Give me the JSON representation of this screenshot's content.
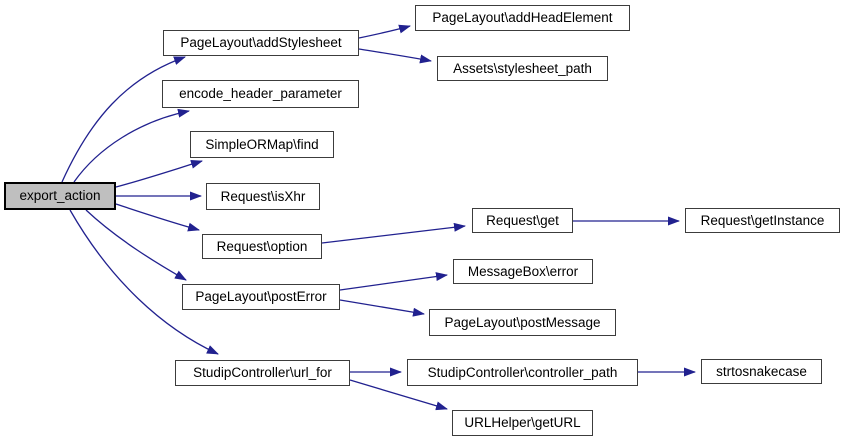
{
  "graph": {
    "kind": "doxygen-call-graph",
    "root_function": "export_action",
    "colors": {
      "edge": "#21218f",
      "node_fill": "#ffffff",
      "node_border": "#3c3c3c",
      "root_fill": "#bfbfbf",
      "root_border": "#000000",
      "text": "#000000",
      "background": "#ffffff"
    },
    "nodes": [
      {
        "id": "export_action",
        "label": "export_action",
        "highlighted": true
      },
      {
        "id": "pagelayout-addstylesheet",
        "label": "PageLayout\\addStylesheet"
      },
      {
        "id": "encode-header-parameter",
        "label": "encode_header_parameter"
      },
      {
        "id": "simpleormap-find",
        "label": "SimpleORMap\\find"
      },
      {
        "id": "request-isxhr",
        "label": "Request\\isXhr"
      },
      {
        "id": "request-option",
        "label": "Request\\option"
      },
      {
        "id": "pagelayout-posterror",
        "label": "PageLayout\\postError"
      },
      {
        "id": "studipcontroller-url-for",
        "label": "StudipController\\url_for"
      },
      {
        "id": "pagelayout-addheadelement",
        "label": "PageLayout\\addHeadElement"
      },
      {
        "id": "assets-stylesheet-path",
        "label": "Assets\\stylesheet_path"
      },
      {
        "id": "request-get",
        "label": "Request\\get"
      },
      {
        "id": "messagebox-error",
        "label": "MessageBox\\error"
      },
      {
        "id": "pagelayout-postmessage",
        "label": "PageLayout\\postMessage"
      },
      {
        "id": "studipcontroller-controller-path",
        "label": "StudipController\\controller_path"
      },
      {
        "id": "urlhelper-geturl",
        "label": "URLHelper\\getURL"
      },
      {
        "id": "request-getinstance",
        "label": "Request\\getInstance"
      },
      {
        "id": "strtosnakecase",
        "label": "strtosnakecase"
      }
    ],
    "edges": [
      {
        "from": "export_action",
        "to": "PageLayout\\addStylesheet"
      },
      {
        "from": "export_action",
        "to": "encode_header_parameter"
      },
      {
        "from": "export_action",
        "to": "SimpleORMap\\find"
      },
      {
        "from": "export_action",
        "to": "Request\\isXhr"
      },
      {
        "from": "export_action",
        "to": "Request\\option"
      },
      {
        "from": "export_action",
        "to": "PageLayout\\postError"
      },
      {
        "from": "export_action",
        "to": "StudipController\\url_for"
      },
      {
        "from": "PageLayout\\addStylesheet",
        "to": "PageLayout\\addHeadElement"
      },
      {
        "from": "PageLayout\\addStylesheet",
        "to": "Assets\\stylesheet_path"
      },
      {
        "from": "Request\\option",
        "to": "Request\\get"
      },
      {
        "from": "Request\\get",
        "to": "Request\\getInstance"
      },
      {
        "from": "PageLayout\\postError",
        "to": "MessageBox\\error"
      },
      {
        "from": "PageLayout\\postError",
        "to": "PageLayout\\postMessage"
      },
      {
        "from": "StudipController\\url_for",
        "to": "StudipController\\controller_path"
      },
      {
        "from": "StudipController\\url_for",
        "to": "URLHelper\\getURL"
      },
      {
        "from": "StudipController\\controller_path",
        "to": "strtosnakecase"
      }
    ]
  }
}
